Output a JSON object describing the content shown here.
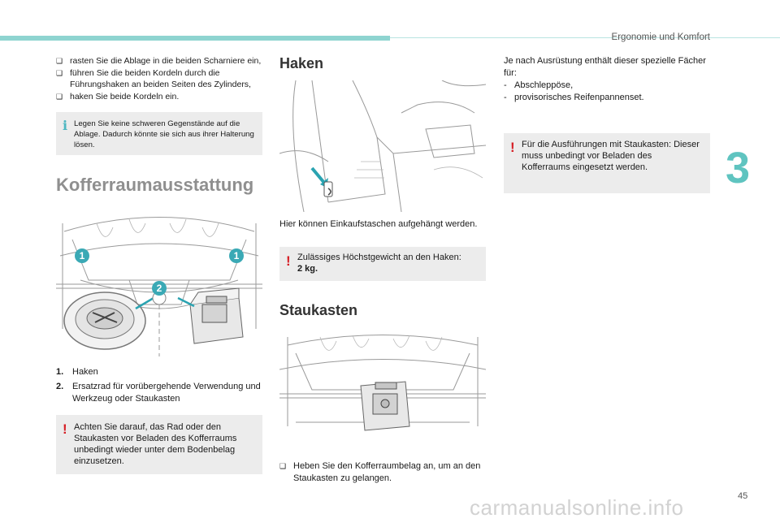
{
  "header": {
    "title": "Ergonomie und Komfort",
    "chapter": "3",
    "page": "45"
  },
  "watermark": "carmanualsonline.info",
  "col1": {
    "steps": [
      "rasten Sie die Ablage in die beiden Scharniere ein,",
      "führen Sie die beiden Kordeln durch die Führungshaken an beiden Seiten des Zylinders,",
      "haken Sie beide Kordeln ein."
    ],
    "info_note": "Legen Sie keine schweren Gegenstände auf die Ablage. Dadurch könnte sie sich aus ihrer Halterung lösen.",
    "section_title": "Kofferraumausstattung",
    "figure_labels": [
      "1",
      "1",
      "2"
    ],
    "legend": [
      {
        "num": "1.",
        "text": "Haken"
      },
      {
        "num": "2.",
        "text": "Ersatzrad für vorübergehende Verwendung und Werkzeug oder Staukasten"
      }
    ],
    "warning": "Achten Sie darauf, das Rad oder den Staukasten vor Beladen des Kofferraums unbedingt wieder unter dem Bodenbelag einzusetzen."
  },
  "col2": {
    "haken_title": "Haken",
    "haken_caption": "Hier können Einkaufstaschen aufgehängt werden.",
    "haken_warning_text": "Zulässiges Höchstgewicht an den Haken:",
    "haken_warning_value": "2 kg",
    "staukasten_title": "Staukasten",
    "staukasten_step": "Heben Sie den Kofferraumbelag an, um an den Staukasten zu gelangen."
  },
  "col3": {
    "intro": "Je nach Ausrüstung enthält dieser spezielle Fächer für:",
    "items": [
      "Abschleppöse,",
      "provisorisches Reifenpannenset."
    ],
    "warning": "Für die Ausführungen mit Staukasten: Dieser muss unbedingt vor Beladen des Kofferraums eingesetzt werden."
  },
  "colors": {
    "accent": "#8ed4d0",
    "chapter": "#5fc4c0",
    "warning": "#d61f26",
    "info": "#4db7c1",
    "box_bg": "#ececec"
  },
  "icons": {
    "bullet": "check-bullet-icon",
    "info": "info-icon",
    "warning": "warning-icon"
  }
}
